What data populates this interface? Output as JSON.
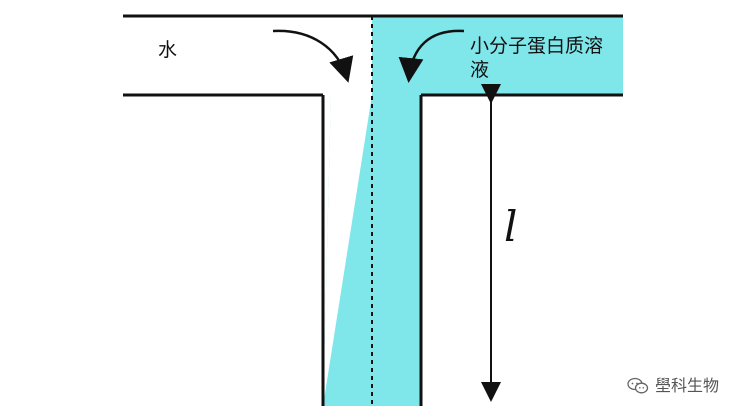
{
  "diagram": {
    "labels": {
      "water": "水",
      "protein_solution": "小分子蛋白质溶液",
      "length": "l"
    },
    "colors": {
      "solution": "#7fe6ea",
      "line": "#111111"
    }
  },
  "watermark": {
    "text": "壆科生物",
    "icon": "wechat-chat-icon"
  }
}
